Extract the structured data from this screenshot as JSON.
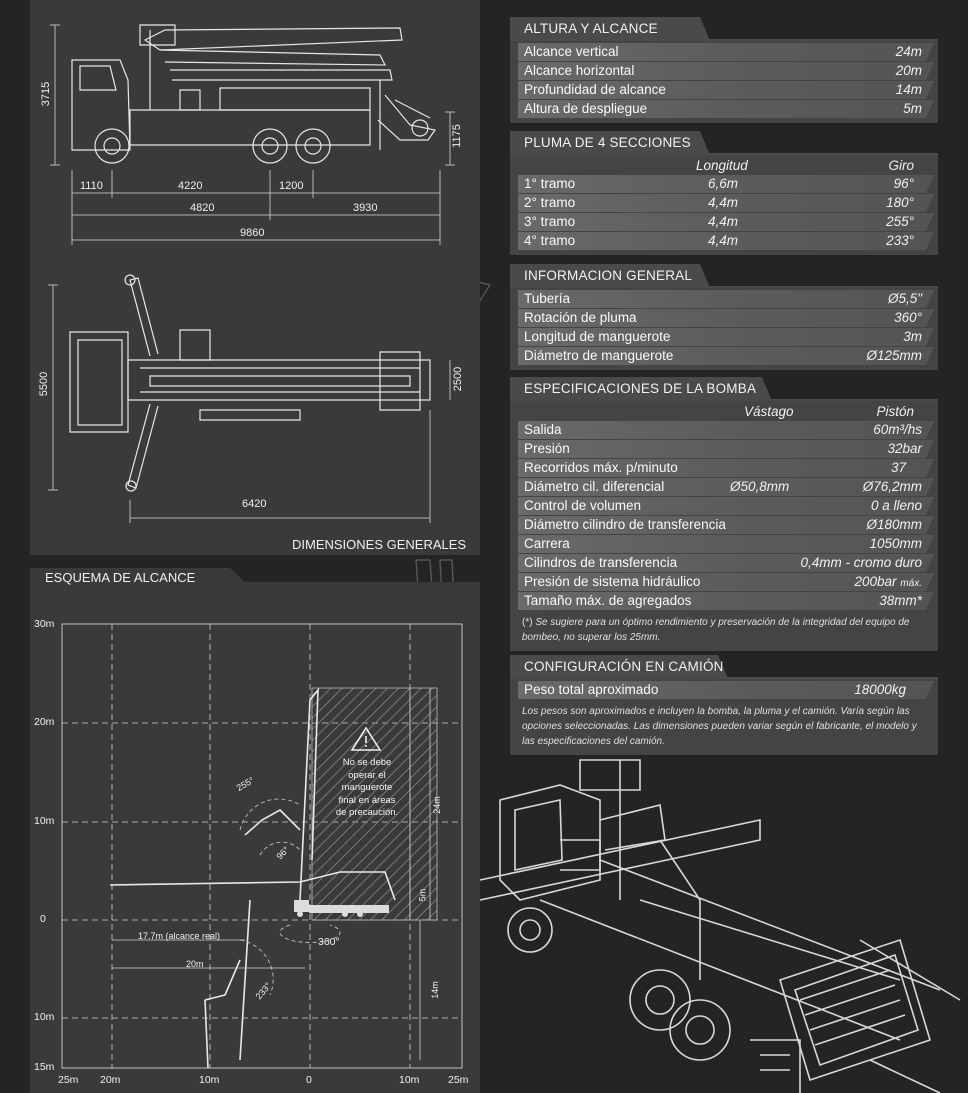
{
  "dimensions": {
    "title": "DIMENSIONES GENERALES",
    "side": {
      "height": "3715",
      "tail": "1175",
      "d1110": "1110",
      "d4220": "4220",
      "d1200": "1200",
      "d4820": "4820",
      "d3930": "3930",
      "total": "9860"
    },
    "top": {
      "width": "5500",
      "w2500": "2500",
      "len": "6420"
    }
  },
  "reach": {
    "title": "ESQUEMA DE ALCANCE",
    "y_labels": [
      "30m",
      "20m",
      "10m",
      "0",
      "10m",
      "15m"
    ],
    "x_labels": [
      "25m",
      "20m",
      "10m",
      "0",
      "10m",
      "25m"
    ],
    "warning": [
      "No se debe",
      "operar el",
      "manguerote",
      "final en áreas",
      "de precaución."
    ],
    "a255": "255°",
    "a96": "96°",
    "a233": "233°",
    "a360": "360°",
    "real": "17.7m (alcance real)",
    "r20": "20m",
    "h24": "24m",
    "h5": "5m",
    "d14": "14m"
  },
  "altura": {
    "title": "ALTURA Y ALCANCE",
    "rows": [
      {
        "label": "Alcance vertical",
        "value": "24m"
      },
      {
        "label": "Alcance horizontal",
        "value": "20m"
      },
      {
        "label": "Profundidad de alcance",
        "value": "14m"
      },
      {
        "label": "Altura de despliegue",
        "value": "5m"
      }
    ]
  },
  "pluma": {
    "title": "PLUMA DE 4 SECCIONES",
    "h1": "Longitud",
    "h2": "Giro",
    "rows": [
      {
        "label": "1° tramo",
        "len": "6,6m",
        "rot": "96°"
      },
      {
        "label": "2° tramo",
        "len": "4,4m",
        "rot": "180°"
      },
      {
        "label": "3° tramo",
        "len": "4,4m",
        "rot": "255°"
      },
      {
        "label": "4° tramo",
        "len": "4,4m",
        "rot": "233°"
      }
    ]
  },
  "info": {
    "title": "INFORMACION GENERAL",
    "rows": [
      {
        "label": "Tubería",
        "value": "Ø5,5\""
      },
      {
        "label": "Rotación de pluma",
        "value": "360°"
      },
      {
        "label": "Longitud de manguerote",
        "value": "3m"
      },
      {
        "label": "Diámetro de manguerote",
        "value": "Ø125mm"
      }
    ]
  },
  "bomba": {
    "title": "ESPECIFICACIONES DE LA BOMBA",
    "h1": "Vástago",
    "h2": "Pistón",
    "rows": [
      {
        "label": "Salida",
        "value": "60m³/hs"
      },
      {
        "label": "Presión",
        "value": "32bar"
      },
      {
        "label": "Recorridos máx. p/minuto",
        "value": "37"
      },
      {
        "label": "Diámetro cil. diferencial",
        "mid": "Ø50,8mm",
        "value": "Ø76,2mm"
      },
      {
        "label": "Control de volumen",
        "value": "0 a lleno"
      },
      {
        "label": "Diámetro cilindro de transferencia",
        "value": "Ø180mm"
      },
      {
        "label": "Carrera",
        "value": "1050mm"
      },
      {
        "label": "Cilindros de transferencia",
        "value": "0,4mm - cromo duro"
      },
      {
        "label": "Presión de sistema hidráulico",
        "value": "200bar",
        "suffix": "máx."
      },
      {
        "label": "Tamaño máx. de agregados",
        "value": "38mm*"
      }
    ],
    "note_mark": "(*)",
    "note": "Se sugiere para un óptimo rendimiento y preservación de la integridad del equipo de bombeo, no superar los 25mm."
  },
  "camion": {
    "title": "CONFIGURACIÓN EN CAMIÓN",
    "rows": [
      {
        "label": "Peso total aproximado",
        "value": "18000kg"
      }
    ],
    "note": "Los pesos son aproximados e incluyen la bomba, la pluma y el camión. Varía según las opciones seleccionadas. Las dimensiones pueden variar según el fabricante, el modelo y las especificaciones del camión."
  }
}
